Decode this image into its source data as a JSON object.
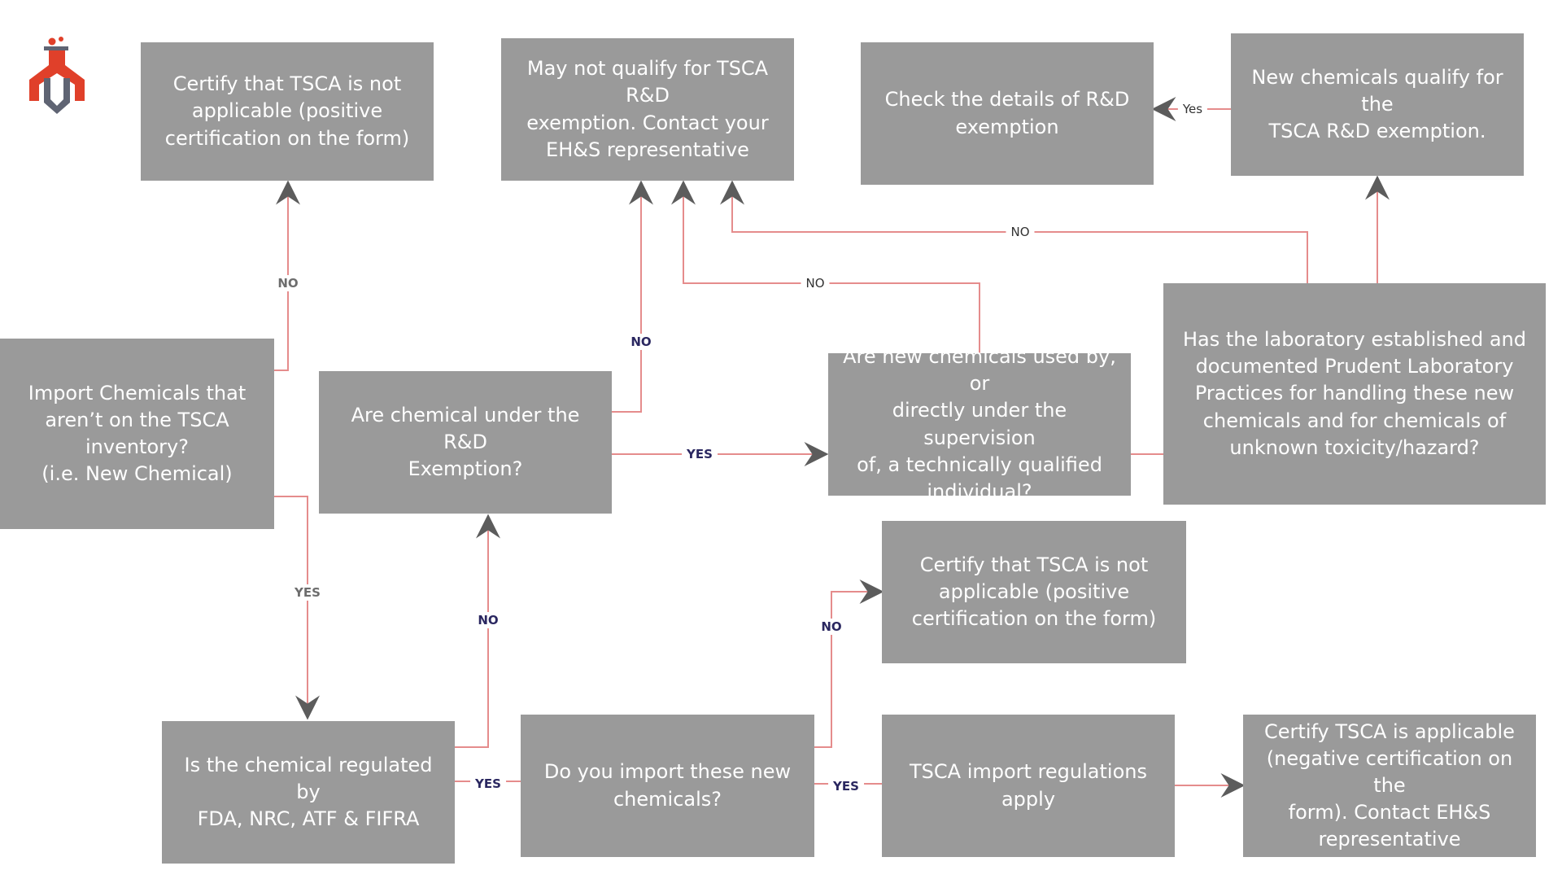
{
  "colors": {
    "node_fill": "#9a9a9a",
    "node_text": "#ffffff",
    "edge_stroke": "#e58c8c",
    "arrowhead": "#5c5c5c",
    "label_gray": "#6d6d6d",
    "label_navy": "#2a2760",
    "logo_red": "#e0402a",
    "logo_gray": "#5f6473"
  },
  "logo": {
    "icon": "flask-lab-logo-icon"
  },
  "nodes": {
    "import_new_chemicals": {
      "lines": [
        "Import Chemicals that",
        "aren’t on the TSCA",
        "inventory?",
        "(i.e. New Chemical)"
      ]
    },
    "certify_not_applicable_top": {
      "lines": [
        "Certify that TSCA is not",
        "applicable (positive",
        "certification on the form)"
      ]
    },
    "may_not_qualify": {
      "lines": [
        "May not qualify for TSCA R&D",
        "exemption. Contact your",
        "EH&S representative"
      ]
    },
    "check_rd_details": {
      "lines": [
        "Check the details of R&D",
        "exemption"
      ]
    },
    "qualify_rd_exemption": {
      "lines": [
        "New chemicals qualify for the",
        "TSCA R&D exemption."
      ]
    },
    "under_rd_exemption": {
      "lines": [
        "Are chemical under the R&D",
        "Exemption?"
      ]
    },
    "qualified_supervision": {
      "lines": [
        "Are new chemicals used by, or",
        "directly under the supervision",
        "of, a technically qualified",
        "individual?"
      ]
    },
    "prudent_practices": {
      "lines": [
        "Has the laboratory established and",
        "documented Prudent Laboratory",
        "Practices for handling these new",
        "chemicals and for chemicals of",
        "unknown toxicity/hazard?"
      ]
    },
    "certify_not_applicable_mid": {
      "lines": [
        "Certify that TSCA is not",
        "applicable (positive",
        "certification on the form)"
      ]
    },
    "regulated_by_agencies": {
      "lines": [
        "Is the chemical regulated by",
        "FDA, NRC, ATF & FIFRA"
      ]
    },
    "import_these_chemicals": {
      "lines": [
        "Do you import these new",
        "chemicals?"
      ]
    },
    "import_regulations_apply": {
      "lines": [
        "TSCA import regulations apply"
      ]
    },
    "certify_applicable": {
      "lines": [
        "Certify TSCA is applicable",
        "(negative certification on the",
        "form). Contact EH&S",
        "representative"
      ]
    }
  },
  "edges": [
    {
      "from": "import_new_chemicals",
      "to": "certify_not_applicable_top",
      "label": "NO",
      "style": "gray"
    },
    {
      "from": "import_new_chemicals",
      "to": "regulated_by_agencies",
      "label": "YES",
      "style": "gray"
    },
    {
      "from": "regulated_by_agencies",
      "to": "under_rd_exemption",
      "label": "NO",
      "style": "navy"
    },
    {
      "from": "regulated_by_agencies",
      "to": "import_these_chemicals",
      "label": "YES",
      "style": "navy"
    },
    {
      "from": "under_rd_exemption",
      "to": "may_not_qualify",
      "label": "NO",
      "style": "navy"
    },
    {
      "from": "under_rd_exemption",
      "to": "qualified_supervision",
      "label": "YES",
      "style": "navy"
    },
    {
      "from": "qualified_supervision",
      "to": "may_not_qualify",
      "label": "NO",
      "style": "plain"
    },
    {
      "from": "qualified_supervision",
      "to": "prudent_practices",
      "label": "",
      "style": "plain"
    },
    {
      "from": "prudent_practices",
      "to": "may_not_qualify",
      "label": "NO",
      "style": "plain"
    },
    {
      "from": "prudent_practices",
      "to": "qualify_rd_exemption",
      "label": "",
      "style": "plain"
    },
    {
      "from": "qualify_rd_exemption",
      "to": "check_rd_details",
      "label": "Yes",
      "style": "plain"
    },
    {
      "from": "import_these_chemicals",
      "to": "certify_not_applicable_mid",
      "label": "NO",
      "style": "navy"
    },
    {
      "from": "import_these_chemicals",
      "to": "import_regulations_apply",
      "label": "YES",
      "style": "navy"
    },
    {
      "from": "import_regulations_apply",
      "to": "certify_applicable",
      "label": "",
      "style": "plain"
    }
  ]
}
